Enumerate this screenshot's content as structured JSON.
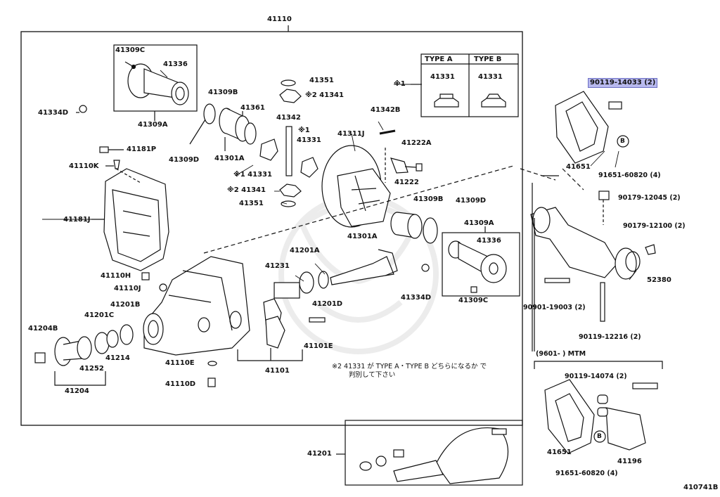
{
  "diagram": {
    "drawing_number": "410741B",
    "assembly_number": "41110",
    "type_table": {
      "marker": "※1",
      "type_a_label": "TYPE A",
      "type_b_label": "TYPE B",
      "type_a_part": "41331",
      "type_b_part": "41331"
    },
    "note": {
      "marker": "※2",
      "line1": "41331 が TYPE A・TYPE B どちらになるか で",
      "line2": "判別して下さい"
    },
    "mtm_box_label": "(9601-      ) MTM",
    "highlighted_part": "90119-14033 (2)",
    "parts": {
      "p41309C_top": "41309C",
      "p41336_top": "41336",
      "p41309A_top": "41309A",
      "p41334D_left": "41334D",
      "p41181P": "41181P",
      "p41110K": "41110K",
      "p41181J": "41181J",
      "p41309B_top": "41309B",
      "p41361": "41361",
      "p41309D_left": "41309D",
      "p41301A_left": "41301A",
      "p41351_top": "41351",
      "p41341_top": "※2 41341",
      "p41342": "41342",
      "p41331_mark": "※1",
      "p41331_mid": "41331",
      "p41331_left": "※1 41331",
      "p41341_bottom": "※2 41341",
      "p41351_bottom": "41351",
      "p41342B": "41342B",
      "p41311J": "41311J",
      "p41222A": "41222A",
      "p41222": "41222",
      "p41309B_right": "41309B",
      "p41309D_right": "41309D",
      "p41301A_right": "41301A",
      "p41309A_right": "41309A",
      "p41336_right": "41336",
      "p41309C_right": "41309C",
      "p41334D_right": "41334D",
      "p41201A": "41201A",
      "p41231": "41231",
      "p41201D": "41201D",
      "p41101E": "41101E",
      "p41101": "41101",
      "p41110H": "41110H",
      "p41110J": "41110J",
      "p41201B": "41201B",
      "p41201C": "41201C",
      "p41204B": "41204B",
      "p41214": "41214",
      "p41252": "41252",
      "p41204": "41204",
      "p41110E": "41110E",
      "p41110D": "41110D",
      "p41651_top": "41651",
      "p91651_top": "91651-60820 (4)",
      "p90179_12045": "90179-12045 (2)",
      "p90179_12100": "90179-12100 (2)",
      "p52380": "52380",
      "p90901_19003": "90901-19003 (2)",
      "p90119_12216": "90119-12216 (2)",
      "p90119_14074": "90119-14074 (2)",
      "p41651_bottom": "41651",
      "p41196": "41196",
      "p91651_bottom": "91651-60820 (4)",
      "p41201_bottom": "41201",
      "circle_b_top": "B",
      "circle_b_bottom": "B"
    }
  }
}
